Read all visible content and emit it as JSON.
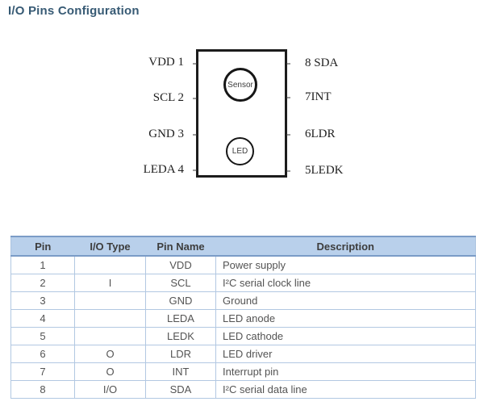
{
  "page": {
    "title": "I/O Pins Configuration"
  },
  "diagram": {
    "chip": "package-outline",
    "sensor_label": "Sensor",
    "led_label": "LED",
    "left_pins": [
      "VDD 1",
      "SCL 2",
      "GND 3",
      "LEDA 4"
    ],
    "right_pins": [
      "8 SDA",
      "7INT",
      "6LDR",
      "5LEDK"
    ]
  },
  "table": {
    "columns": [
      "Pin",
      "I/O Type",
      "Pin Name",
      "Description"
    ],
    "rows": [
      [
        "1",
        "",
        "VDD",
        "Power supply"
      ],
      [
        "2",
        "I",
        "SCL",
        "I²C serial clock line"
      ],
      [
        "3",
        "",
        "GND",
        "Ground"
      ],
      [
        "4",
        "",
        "LEDA",
        "LED anode"
      ],
      [
        "5",
        "",
        "LEDK",
        "LED cathode"
      ],
      [
        "6",
        "O",
        "LDR",
        "LED driver"
      ],
      [
        "7",
        "O",
        "INT",
        "Interrupt pin"
      ],
      [
        "8",
        "I/O",
        "SDA",
        "I²C serial data line"
      ]
    ]
  },
  "colors": {
    "title_text": "#375a74",
    "header_fill": "#b9d0eb",
    "header_border": "#7b9cc7",
    "grid_border": "#b2c8e2",
    "body_text": "#545454",
    "chip_outline": "#1c1c1c"
  }
}
